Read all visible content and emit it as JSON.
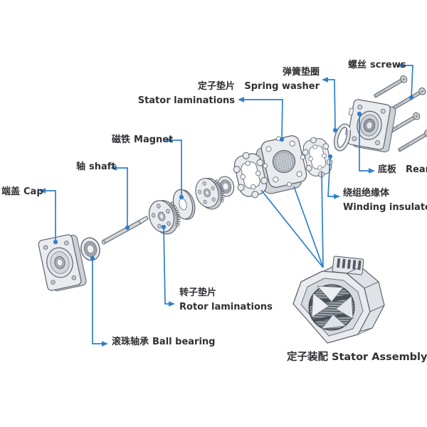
{
  "diagram": {
    "type": "exploded-parts-diagram",
    "labels": {
      "cap": {
        "zh": "端盖",
        "en": "Cap"
      },
      "shaft": {
        "zh": "轴",
        "en": "shaft"
      },
      "magnet": {
        "zh": "磁铁",
        "en": "Magnet"
      },
      "stator_laminations": {
        "zh": "定子垫片",
        "en": "Stator laminations"
      },
      "spring_washer": {
        "zh": "弹簧垫圈",
        "en": "Spring washer"
      },
      "screws": {
        "zh": "螺丝",
        "en": "screws"
      },
      "rear": {
        "zh": "底板",
        "en": "Rear"
      },
      "winding_insulator": {
        "zh": "绕组绝缘体",
        "en": "Winding insulator"
      },
      "rotor_laminations": {
        "zh": "转子垫片",
        "en": "Rotor laminations"
      },
      "ball_bearing": {
        "zh": "滚珠轴承",
        "en": "Ball bearing"
      },
      "stator_assembly": {
        "zh": "定子装配",
        "en": "Stator Assembly"
      }
    },
    "colors": {
      "leader_blue": "#2e7fc8",
      "text": "#303034",
      "part_fill": "#e9ebee",
      "part_outline": "#5d646c",
      "cavity_dark": "#4a505a",
      "background": "#ffffff"
    }
  }
}
